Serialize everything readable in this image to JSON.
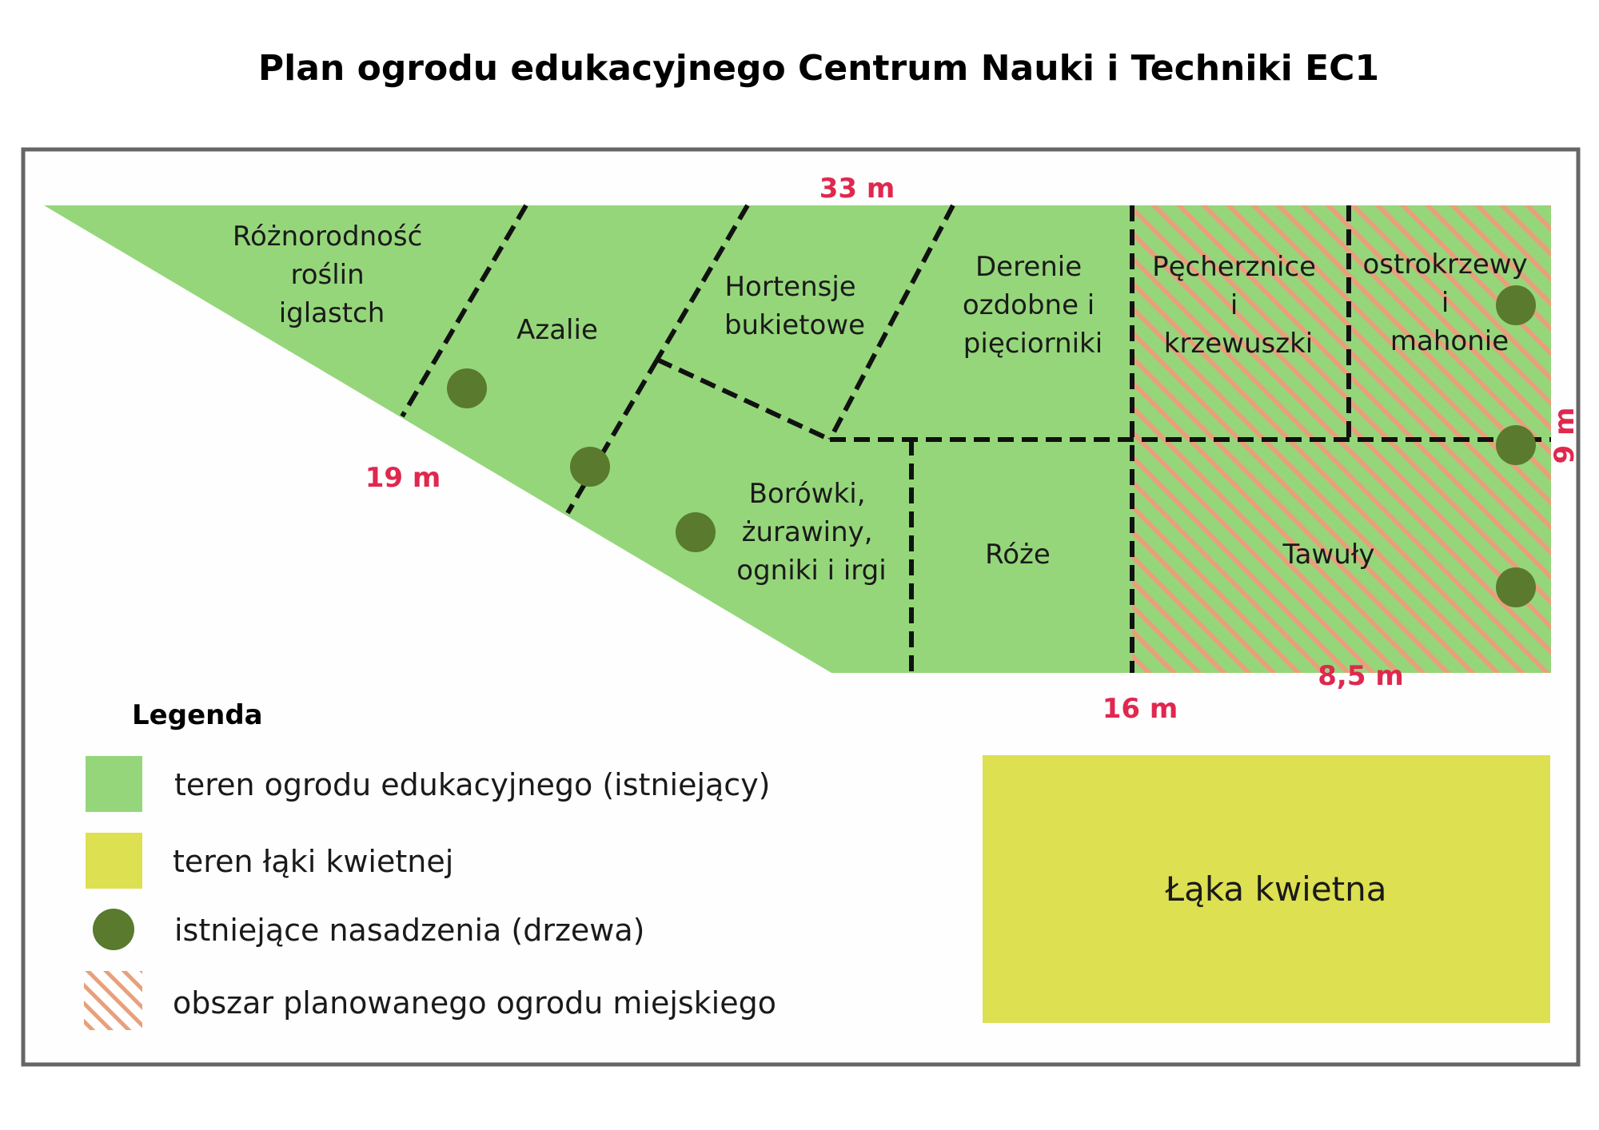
{
  "title": "Plan ogrodu edukacyjnego Centrum Nauki i Techniki EC1",
  "colors": {
    "garden": "#95d67a",
    "meadow": "#dde050",
    "tree": "#5a7a2e",
    "hatch": "#e8a07c",
    "dimension": "#e0284f",
    "frame": "#666666"
  },
  "zones": {
    "conifers": [
      "Różnorodność",
      "roślin",
      "iglastch"
    ],
    "azaleas": [
      "Azalie"
    ],
    "hydrangeas": [
      "Hortensje",
      "bukietowe"
    ],
    "dogwoods": [
      "Derenie",
      "ozdobne i",
      "pięciorniki"
    ],
    "ninebarks": [
      "Pęcherznice",
      "i",
      "krzewuszki"
    ],
    "hollies": [
      "ostrokrzewy",
      "i",
      "mahonie"
    ],
    "blueberries": [
      "Borówki,",
      "żurawiny,",
      "ogniki i irgi"
    ],
    "roses": [
      "Róże"
    ],
    "spireas": [
      "Tawuły"
    ]
  },
  "dimensions": {
    "top": "33 m",
    "left": "19 m",
    "bottom": "16 m",
    "bottom_right": "8,5 m",
    "right": "9 m"
  },
  "legend": {
    "title": "Legenda",
    "items": [
      {
        "text": "teren ogrodu edukacyjnego (istniejący)"
      },
      {
        "text": "teren łąki kwietnej"
      },
      {
        "text": "istniejące nasadzenia (drzewa)"
      },
      {
        "text": "obszar planowanego ogrodu miejskiego"
      }
    ]
  },
  "meadow": {
    "label": "Łąka kwietna"
  }
}
